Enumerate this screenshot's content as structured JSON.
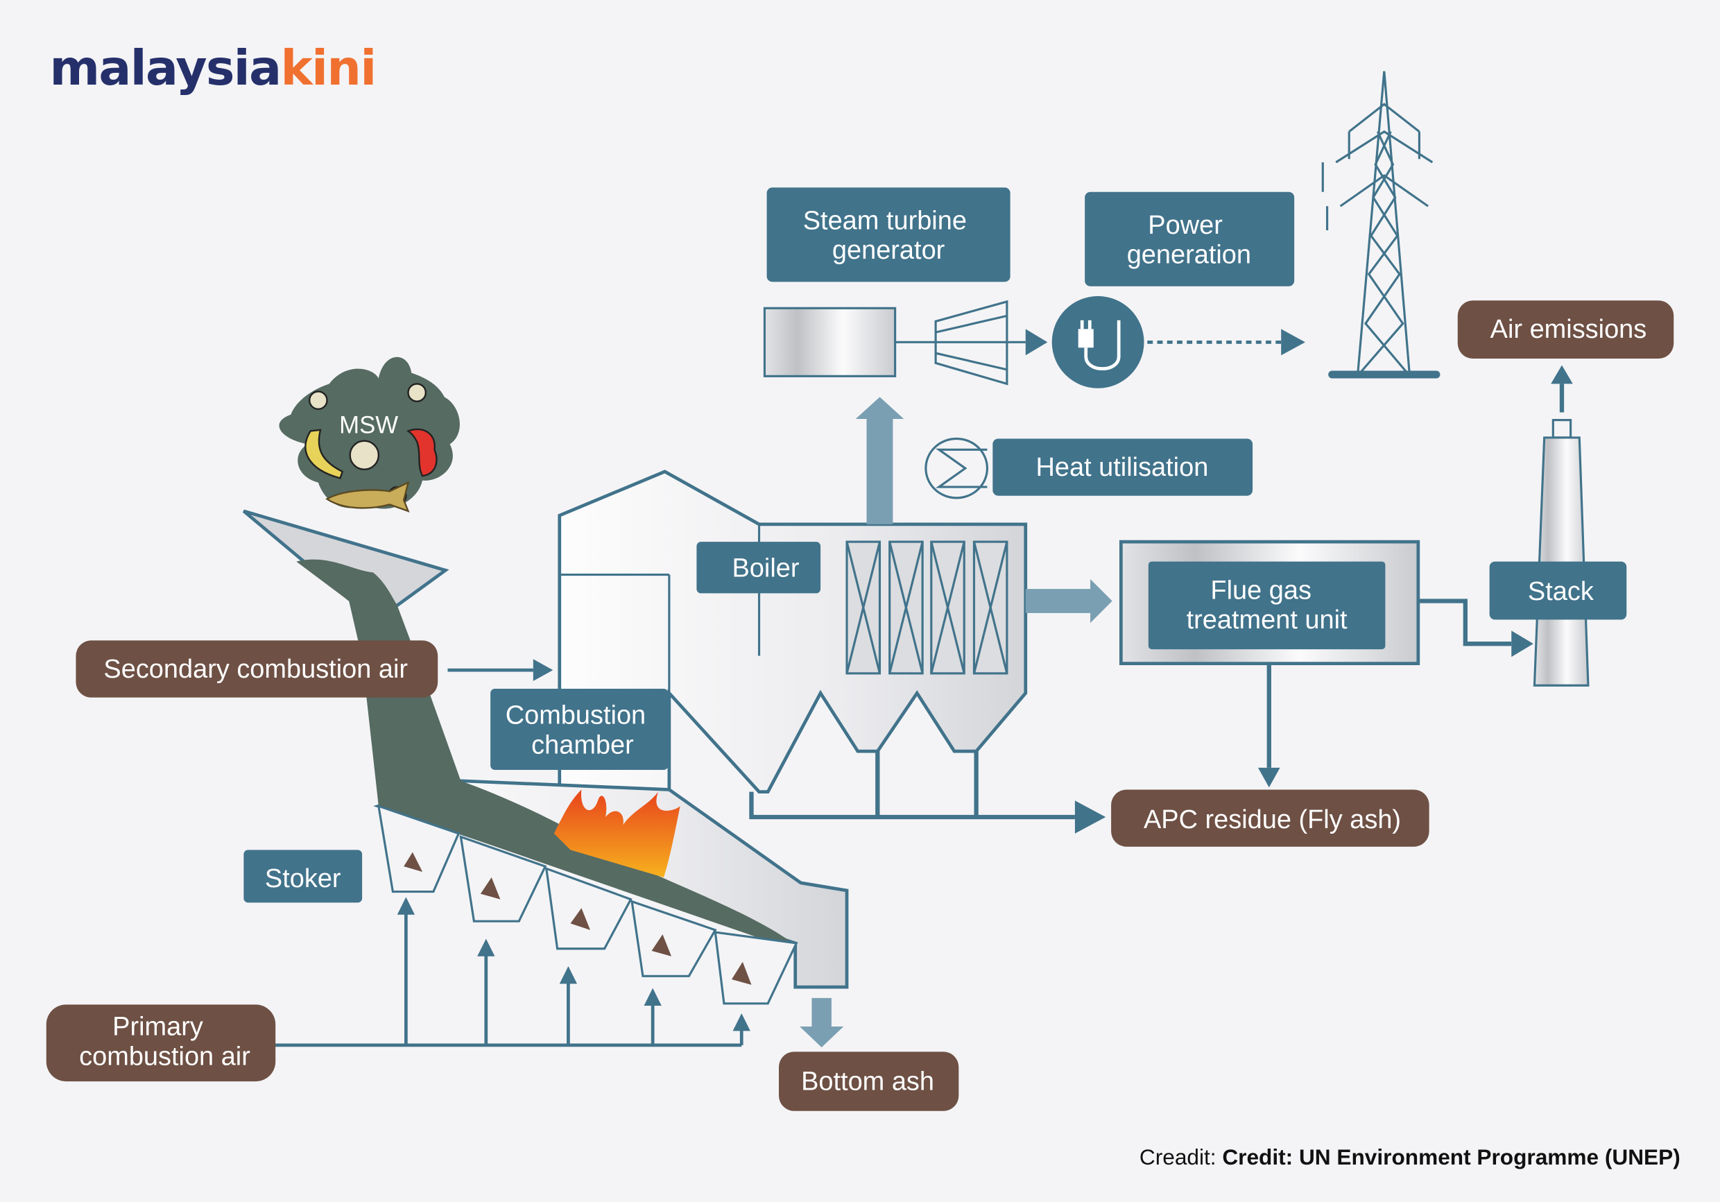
{
  "logo": {
    "part1": "malaysia",
    "part2": "kini",
    "color1": "#25306b",
    "color2": "#f07030"
  },
  "colors": {
    "teal": "#41738b",
    "teal_light": "#7a9fb2",
    "brown": "#6e5044",
    "waste": "#566b62",
    "background": "#f4f4f6"
  },
  "labels": {
    "steam_turbine": [
      "Steam turbine",
      "generator"
    ],
    "power_generation": [
      "Power",
      "generation"
    ],
    "air_emissions": "Air emissions",
    "msw": "MSW",
    "heat_utilisation": "Heat utilisation",
    "boiler": "Boiler",
    "flue_gas": [
      "Flue gas",
      "treatment unit"
    ],
    "stack": "Stack",
    "secondary_air": "Secondary combustion air",
    "combustion_chamber": [
      "Combustion",
      "chamber"
    ],
    "apc_residue": "APC residue (Fly ash)",
    "stoker": "Stoker",
    "primary_air": [
      "Primary",
      "combustion air"
    ],
    "bottom_ash": "Bottom ash"
  },
  "credit": {
    "prefix": "Creadit: ",
    "text": "Credit: UN Environment Programme (UNEP)"
  },
  "icons": [
    "plug-icon",
    "heat-exchanger-icon",
    "transmission-tower-icon",
    "flame-icon",
    "waste-splat-icon"
  ]
}
